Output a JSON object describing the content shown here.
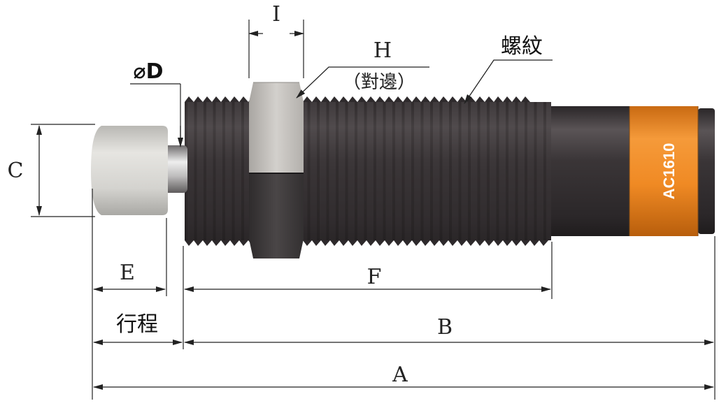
{
  "diagram": {
    "labels": {
      "a": "A",
      "b": "B",
      "c": "C",
      "d": "⌀D",
      "e": "E",
      "f": "F",
      "h": "H",
      "h_note": "（對邊）",
      "i": "I",
      "stroke": "行程",
      "thread": "螺紋"
    },
    "model_label": "AC1610",
    "colors": {
      "body_dark": "#3a3537",
      "thread_dark": "#2e2a2c",
      "nut_light": "#c9c6c2",
      "nut_dark": "#3b3839",
      "cap": "#d9d8d4",
      "label_band": "#f08a24",
      "line": "#222222"
    }
  }
}
